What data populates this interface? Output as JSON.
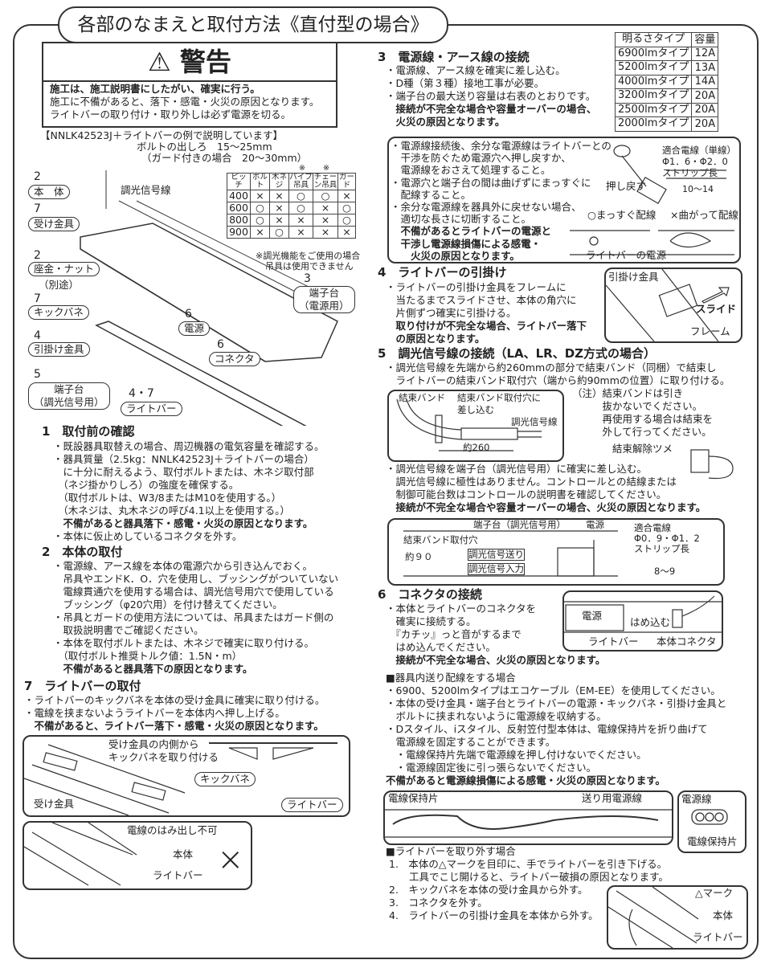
{
  "title": "各部のなまえと取付方法《直付型の場合》",
  "warning": {
    "heading": "警告",
    "icon": "warning-triangle-icon",
    "lines": [
      "施工は、施工説明書にしたがい、確実に行う。",
      "施工に不備があると、落下・感電・火災の原因となります。",
      "ライトバーの取り付け・取り外しは必ず電源を切る。"
    ]
  },
  "example_note": "【NNLK42523J＋ライトバーの例で説明しています】",
  "bolt_note": [
    "ボルトの出しろ　15～25mm",
    "（ガード付きの場合　20～30mm）"
  ],
  "pitch_table": {
    "marks": [
      "※",
      "※"
    ],
    "headers": [
      "ピッチ",
      "ボルト",
      "木ネジ",
      "パイプ吊具",
      "チェーン吊具",
      "ガード"
    ],
    "rows": [
      [
        "400",
        "×",
        "×",
        "○",
        "○",
        "×"
      ],
      [
        "600",
        "○",
        "×",
        "○",
        "×",
        "○"
      ],
      [
        "800",
        "○",
        "×",
        "×",
        "×",
        "○"
      ],
      [
        "900",
        "×",
        "○",
        "×",
        "×",
        "×"
      ]
    ],
    "note": [
      "※調光機能をご使用の場合",
      "吊具は使用できません"
    ]
  },
  "parts": {
    "dimming_wire": "調光信号線",
    "body_num": "2",
    "body": "本　体",
    "bracket_num": "7",
    "bracket": "受け金具",
    "washer_num": "2",
    "washer": "座金・ナット",
    "washer_sub": "（別途）",
    "kick_num": "7",
    "kick": "キックバネ",
    "hook_num": "4",
    "hook": "引掛け金具",
    "term_num": "5",
    "term": "端子台",
    "term_sub": "（調光信号用）",
    "lightbar_num": "4・7",
    "lightbar": "ライトバー",
    "power_num": "6",
    "power": "電源",
    "conn_num": "6",
    "conn": "コネクタ",
    "pterm_num": "3",
    "pterm": "端子台",
    "pterm_sub": "（電源用）"
  },
  "s1": {
    "heading": "1　取付前の確認",
    "lines": [
      "・既設器具取替えの場合、周辺機器の電気容量を確認する。",
      "・器具質量（2.5kg：NNLK42523J＋ライトバーの場合）",
      "　に十分に耐えるよう、取付ボルトまたは、木ネジ取付部",
      "　（ネジ掛かりしろ）の強度を確保する。",
      "　（取付ボルトは、W3/8またはM10を使用する。）",
      "　（木ネジは、丸木ネジの呼び4.1以上を使用する。）",
      "　不備があると器具落下・感電・火災の原因となります。",
      "・本体に仮止めしているコネクタを外す。"
    ]
  },
  "s2": {
    "heading": "2　本体の取付",
    "lines": [
      "・電源線、アース線を本体の電源穴から引き込んでおく。",
      "　吊具やエンドK．O．穴を使用し、ブッシングがついていない",
      "　電線貫通穴を使用する場合は、調光信号用穴で使用している",
      "　ブッシング（φ20穴用）を付け替えてください。",
      "・吊具とガードの使用方法については、吊具またはガード側の",
      "　取扱説明書でご確認ください。",
      "・本体を取付ボルトまたは、木ネジで確実に取り付ける。",
      "　（取付ボルト推奨トルク値：1.5N・m）",
      "　不備があると器具落下の原因となります。"
    ]
  },
  "s7": {
    "heading": "7　ライトバーの取付",
    "lines": [
      "・ライトバーのキックバネを本体の受け金具に確実に取り付ける。",
      "・電線を挟まないようライトバーを本体内へ押し上げる。",
      "　不備があると、ライトバー落下・感電・火災の原因となります。"
    ],
    "fig1": {
      "note1": "受け金具の内側から",
      "note2": "キックバネを取り付ける",
      "bracket": "受け金具",
      "kick": "キックバネ",
      "lightbar": "ライトバー"
    },
    "fig2": {
      "wire": "電線のはみ出し不可",
      "body": "本体",
      "lightbar": "ライトバー",
      "mark": "×"
    }
  },
  "s3": {
    "heading": "3　電源線・アース線の接続",
    "lines": [
      "・電源線、アース線を確実に差し込む。",
      "・D種（第３種）接地工事が必要。",
      "・端子台の最大送り容量は右表のとおりです。",
      "　接続が不完全な場合や容量オーバーの場合、",
      "　火災の原因となります。"
    ],
    "capacity_table": {
      "headers": [
        "明るさタイプ",
        "容量"
      ],
      "rows": [
        [
          "6900lmタイプ",
          "12A"
        ],
        [
          "5200lmタイプ",
          "13A"
        ],
        [
          "4000lmタイプ",
          "14A"
        ],
        [
          "3200lmタイプ",
          "20A"
        ],
        [
          "2500lmタイプ",
          "20A"
        ],
        [
          "2000lmタイプ",
          "20A"
        ]
      ]
    },
    "box_lines": [
      "・電源線接続後、余分な電源線はライトバーとの",
      "　干渉を防ぐため電源穴へ押し戻すか、",
      "　電源線をおさえて処理すること。",
      "・電源穴と端子台の間は曲げずにまっすぐに",
      "　配線すること。",
      "・余分な電源線を器具外に戻せない場合、",
      "　適切な長さに切断すること。",
      "　不備があるとライトバーの電源と",
      "　干渉し電源線損傷による感電・",
      "　　火災の原因となります。"
    ],
    "push_back": "押し戻す",
    "wire_spec": [
      "適合電線（単線）",
      "Φ1．6・Φ2．0",
      "ストリップ長"
    ],
    "strip_len": "10～14",
    "ok": "○まっすぐ配線",
    "ng": "×曲がって配線",
    "lightbar_power": "ライトバーの電源"
  },
  "s4": {
    "heading": "4　ライトバーの引掛け",
    "lines": [
      "・ライトバーの引掛け金具をフレームに",
      "　当たるまでスライドさせ、本体の角穴に",
      "　片側ずつ確実に引掛ける。",
      "　取り付けが不完全な場合、ライトバー落下",
      "　の原因となります。"
    ],
    "fig": {
      "hook": "引掛け金具",
      "slide": "スライド",
      "frame": "フレーム"
    }
  },
  "s5": {
    "heading": "5　調光信号線の接続（LA、LR、DZ方式の場合）",
    "lines": [
      "・調光信号線を先端から約260mmの部分で結束バンド（同梱）で結束し",
      "　ライトバーの結束バンド取付穴（端から約90mmの位置）に取り付ける。"
    ],
    "fig": {
      "band": "結束バンド",
      "insert1": "結束バンド取付穴に",
      "insert2": "差し込む",
      "wire": "調光信号線",
      "len": "約260"
    },
    "note": [
      "（注）結束バンドは引き",
      "　　　抜かないでください。",
      "　　　再使用する場合は結束を",
      "　　　外して行ってください。"
    ],
    "release": "結束解除ツメ",
    "lines2": [
      "・調光信号線を端子台（調光信号用）に確実に差し込む。",
      "　調光信号線に極性はありません。コントロールとの結線または",
      "　制御可能台数はコントロールの説明書を確認してください。",
      "　接続が不完全な場合や容量オーバーの場合、火災の原因となります。"
    ],
    "fig2": {
      "term": "端子台（調光信号用）",
      "power": "電源",
      "hole": "結束バンド取付穴",
      "dist": "約９０",
      "out": "調光信号送り",
      "in": "調光信号入力",
      "spec": [
        "適合電線",
        "Φ0．9・Φ1．2",
        "ストリップ長"
      ],
      "strip": "8～9"
    }
  },
  "s6": {
    "heading": "6　コネクタの接続",
    "lines": [
      "・本体とライトバーのコネクタを",
      "　確実に接続する。",
      "　『カチッ』っと音がするまで",
      "　はめ込んでください。",
      "　接続が不完全な場合、火災の原因となります。"
    ],
    "fig": {
      "power": "電源",
      "push": "はめ込む",
      "lightbar": "ライトバー",
      "conn": "本体コネクタ"
    }
  },
  "wiring": {
    "heading": "■器具内送り配線をする場合",
    "lines": [
      "・6900、5200lmタイプはエコケーブル（EM-EE）を使用してください。",
      "・本体の受け金具・端子台とライトバーの電源・キックバネ・引掛け金具と",
      "　ボルトに挟まれないように電源線を収納する。",
      "・Dスタイル、iスタイル、反射笠付型本体は、電線保持片を折り曲げて",
      "　電源線を固定することができます。",
      "　・電線保持片先端で電源線を押し付けないでください。",
      "　・電源線固定後に引っ張らないでください。",
      "不備があると電源線損傷による感電・火災の原因となります。"
    ],
    "fig": {
      "holder": "電線保持片",
      "feed": "送り用電源線",
      "power_wire": "電源線",
      "holder2": "電線保持片"
    }
  },
  "removal": {
    "heading": "■ライトバーを取り外す場合",
    "lines": [
      "1.　本体の△マークを目印に、手でライトバーを引き下げる。",
      "　　工具でこじ開けると、ライトバー破損の原因となります。",
      "2.　キックバネを本体の受け金具から外す。",
      "3.　コネクタを外す。",
      "4.　ライトバーの引掛け金具を本体から外す。"
    ],
    "fig": {
      "mark": "△マーク",
      "body": "本体",
      "lightbar": "ライトバー"
    }
  }
}
